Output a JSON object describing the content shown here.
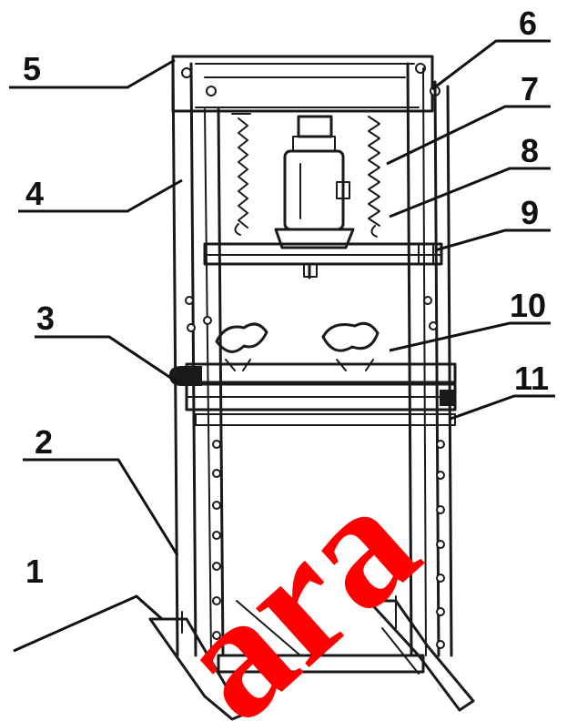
{
  "diagram": {
    "callouts": [
      {
        "id": "c1",
        "label": "1"
      },
      {
        "id": "c2",
        "label": "2"
      },
      {
        "id": "c3",
        "label": "3"
      },
      {
        "id": "c4",
        "label": "4"
      },
      {
        "id": "c5",
        "label": "5"
      },
      {
        "id": "c6",
        "label": "6"
      },
      {
        "id": "c7",
        "label": "7"
      },
      {
        "id": "c8",
        "label": "8"
      },
      {
        "id": "c9",
        "label": "9"
      },
      {
        "id": "c10",
        "label": "10"
      },
      {
        "id": "c11",
        "label": "11"
      }
    ]
  },
  "watermark": {
    "text": "ara",
    "color": "#ff0000"
  },
  "colors": {
    "ink": "#1a1a1a",
    "background": "#ffffff"
  }
}
